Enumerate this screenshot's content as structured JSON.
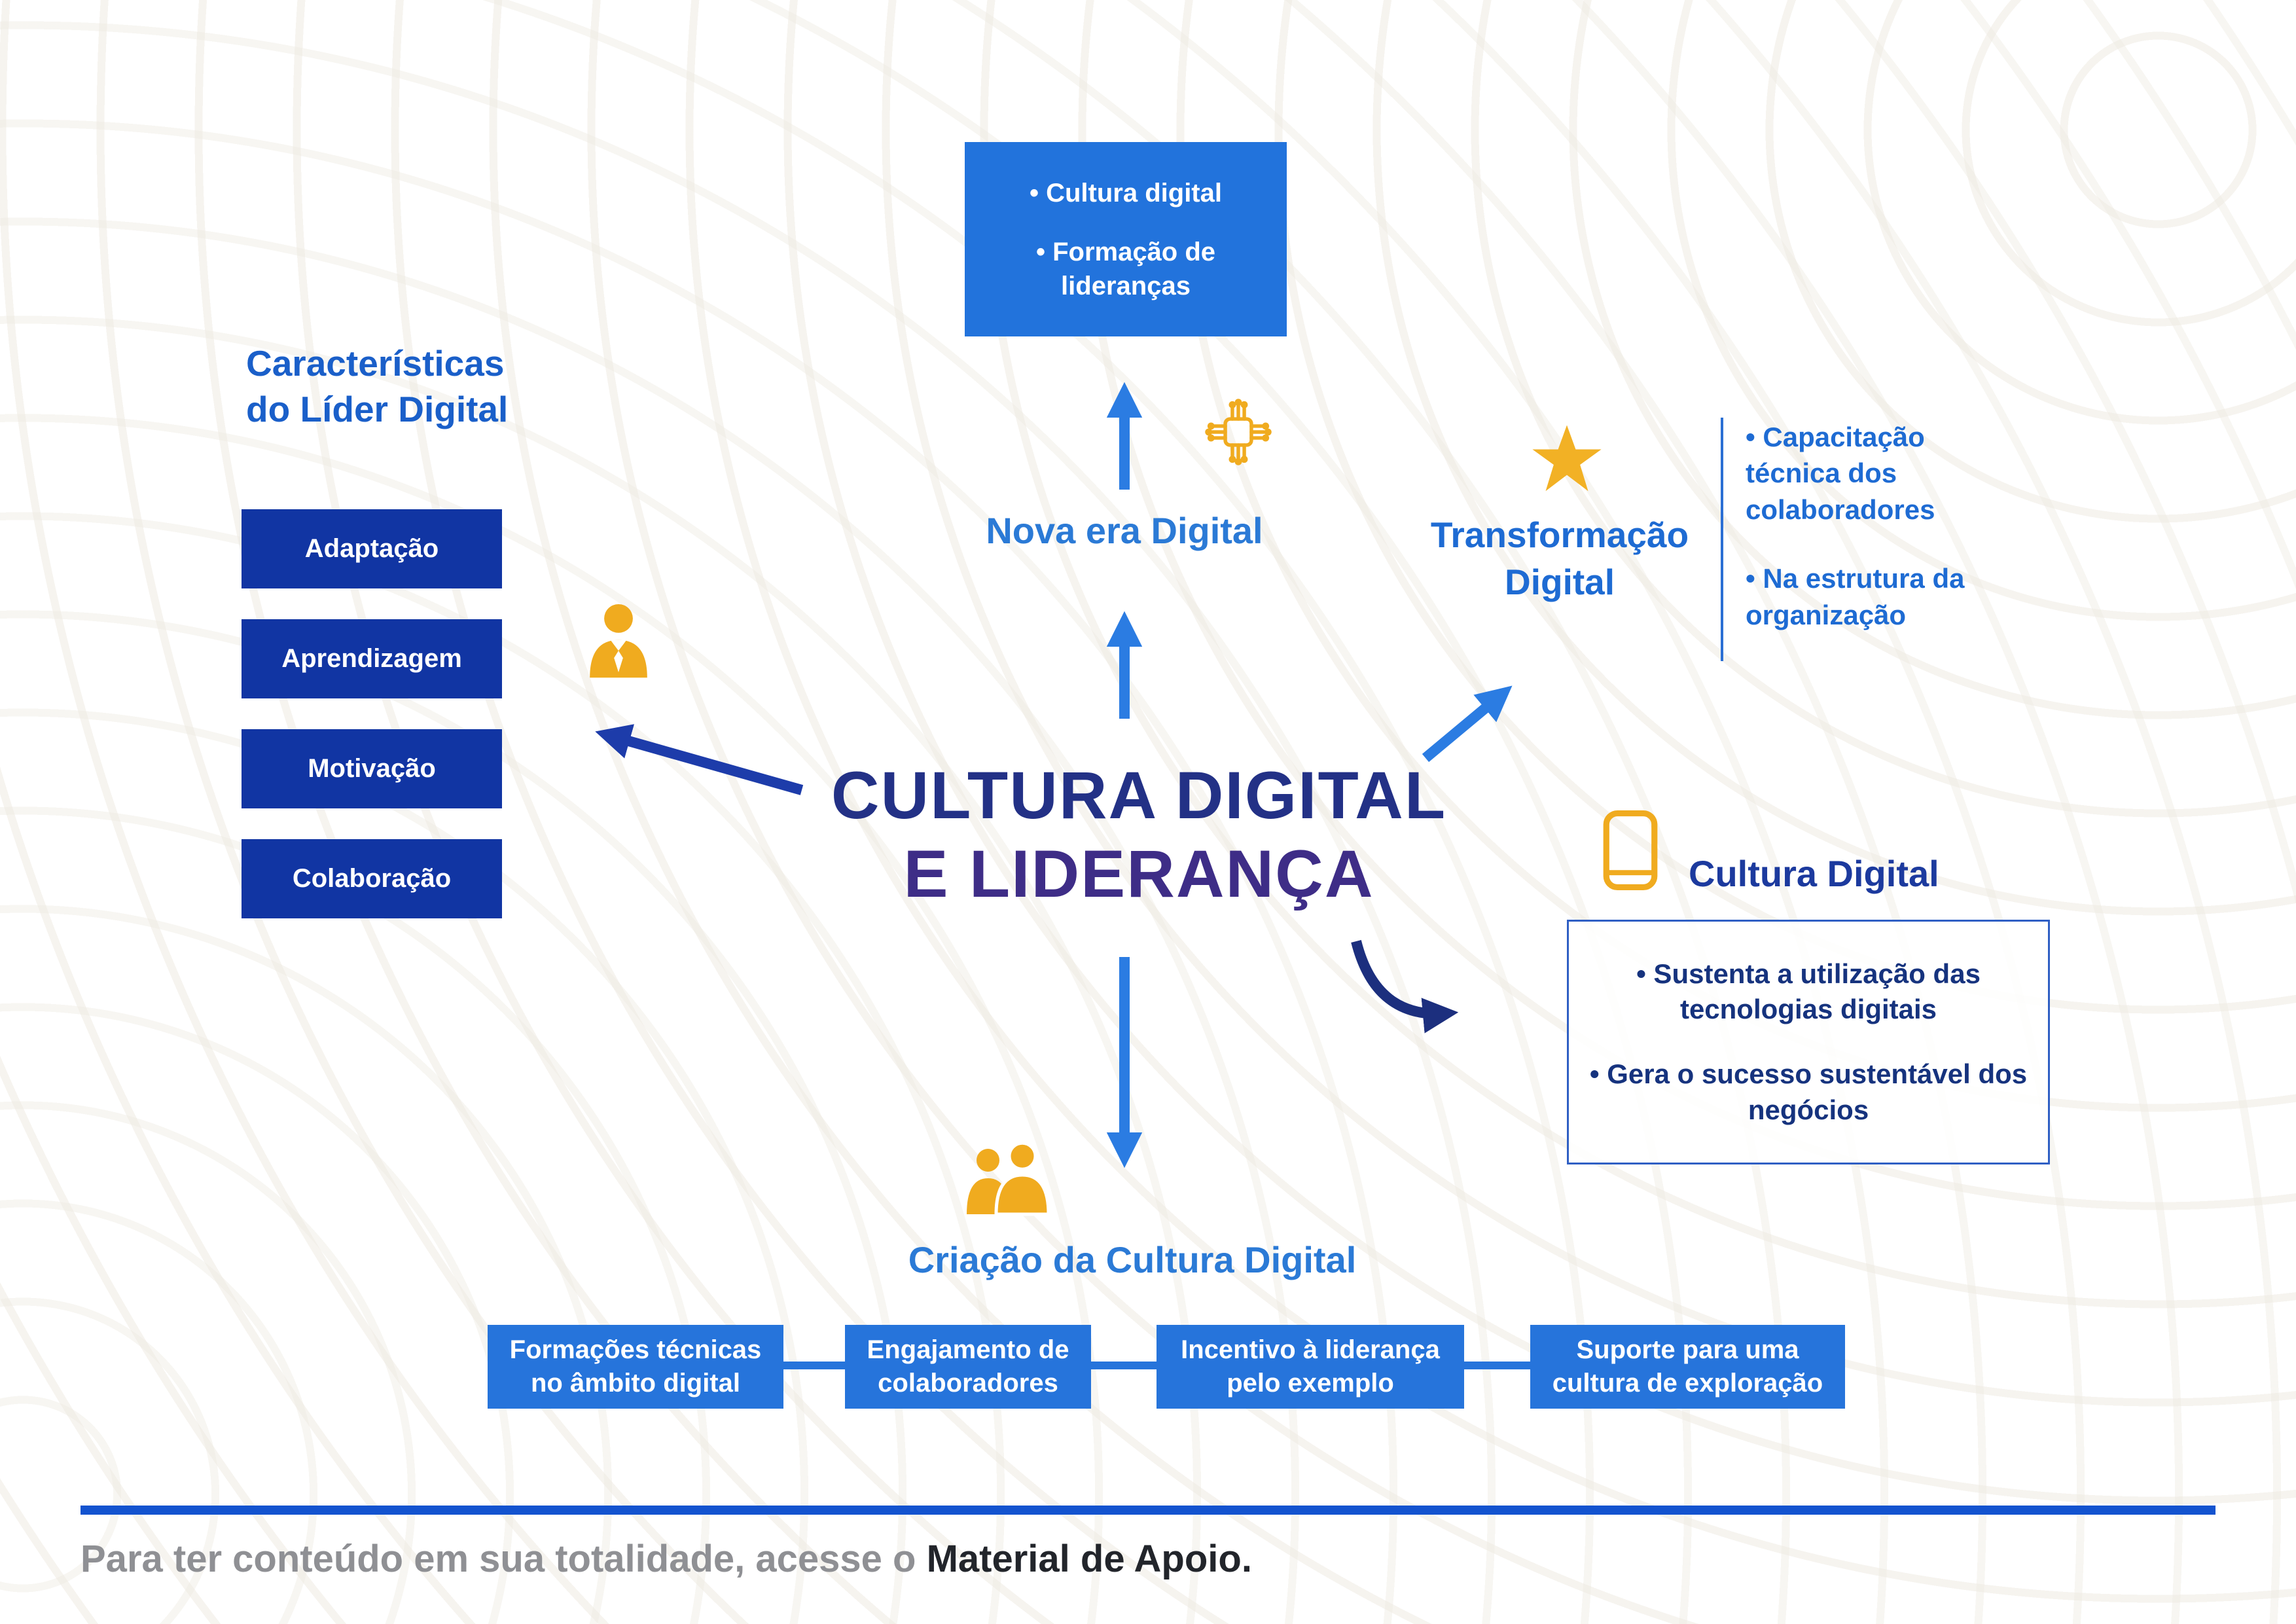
{
  "center": {
    "title_line1": "CULTURA DIGITAL",
    "title_line2": "E LIDERANÇA"
  },
  "top": {
    "box_items": [
      "• Cultura digital",
      "• Formação de lideranças"
    ],
    "label": "Nova era Digital",
    "icon": "circuit-chip-icon"
  },
  "left": {
    "heading": [
      "Características",
      "do Líder Digital"
    ],
    "boxes": [
      "Adaptação",
      "Aprendizagem",
      "Motivação",
      "Colaboração"
    ],
    "icon": "business-person-icon"
  },
  "right_top": {
    "label_line1": "Transformação",
    "label_line2": "Digital",
    "bullets": [
      "• Capacitação técnica dos colaboradores",
      "• Na estrutura da organização"
    ],
    "icon": "star-icon"
  },
  "right_bottom": {
    "label": "Cultura Digital",
    "bullets": [
      "• Sustenta a utilização das tecnologias digitais",
      "• Gera o sucesso sustentável dos negócios"
    ],
    "icon": "mobile-device-icon"
  },
  "bottom": {
    "label": "Criação da Cultura Digital",
    "boxes": [
      "Formações técnicas no âmbito digital",
      "Engajamento de colaboradores",
      "Incentivo à liderança pelo exemplo",
      "Suporte para uma cultura de exploração"
    ],
    "icon": "people-icon"
  },
  "footer": {
    "text_gray": "Para ter conteúdo em sua totalidade, acesse o ",
    "text_bold": "Material de Apoio."
  },
  "colors": {
    "medium_blue": "#2674db",
    "dark_navy_box": "#1135a3",
    "heading_blue": "#1e6bd3",
    "title_navy": "#233186",
    "title_purple": "#3e2d87",
    "accent_yellow": "#f0ab1f",
    "footer_rule_blue": "#1353cf"
  }
}
